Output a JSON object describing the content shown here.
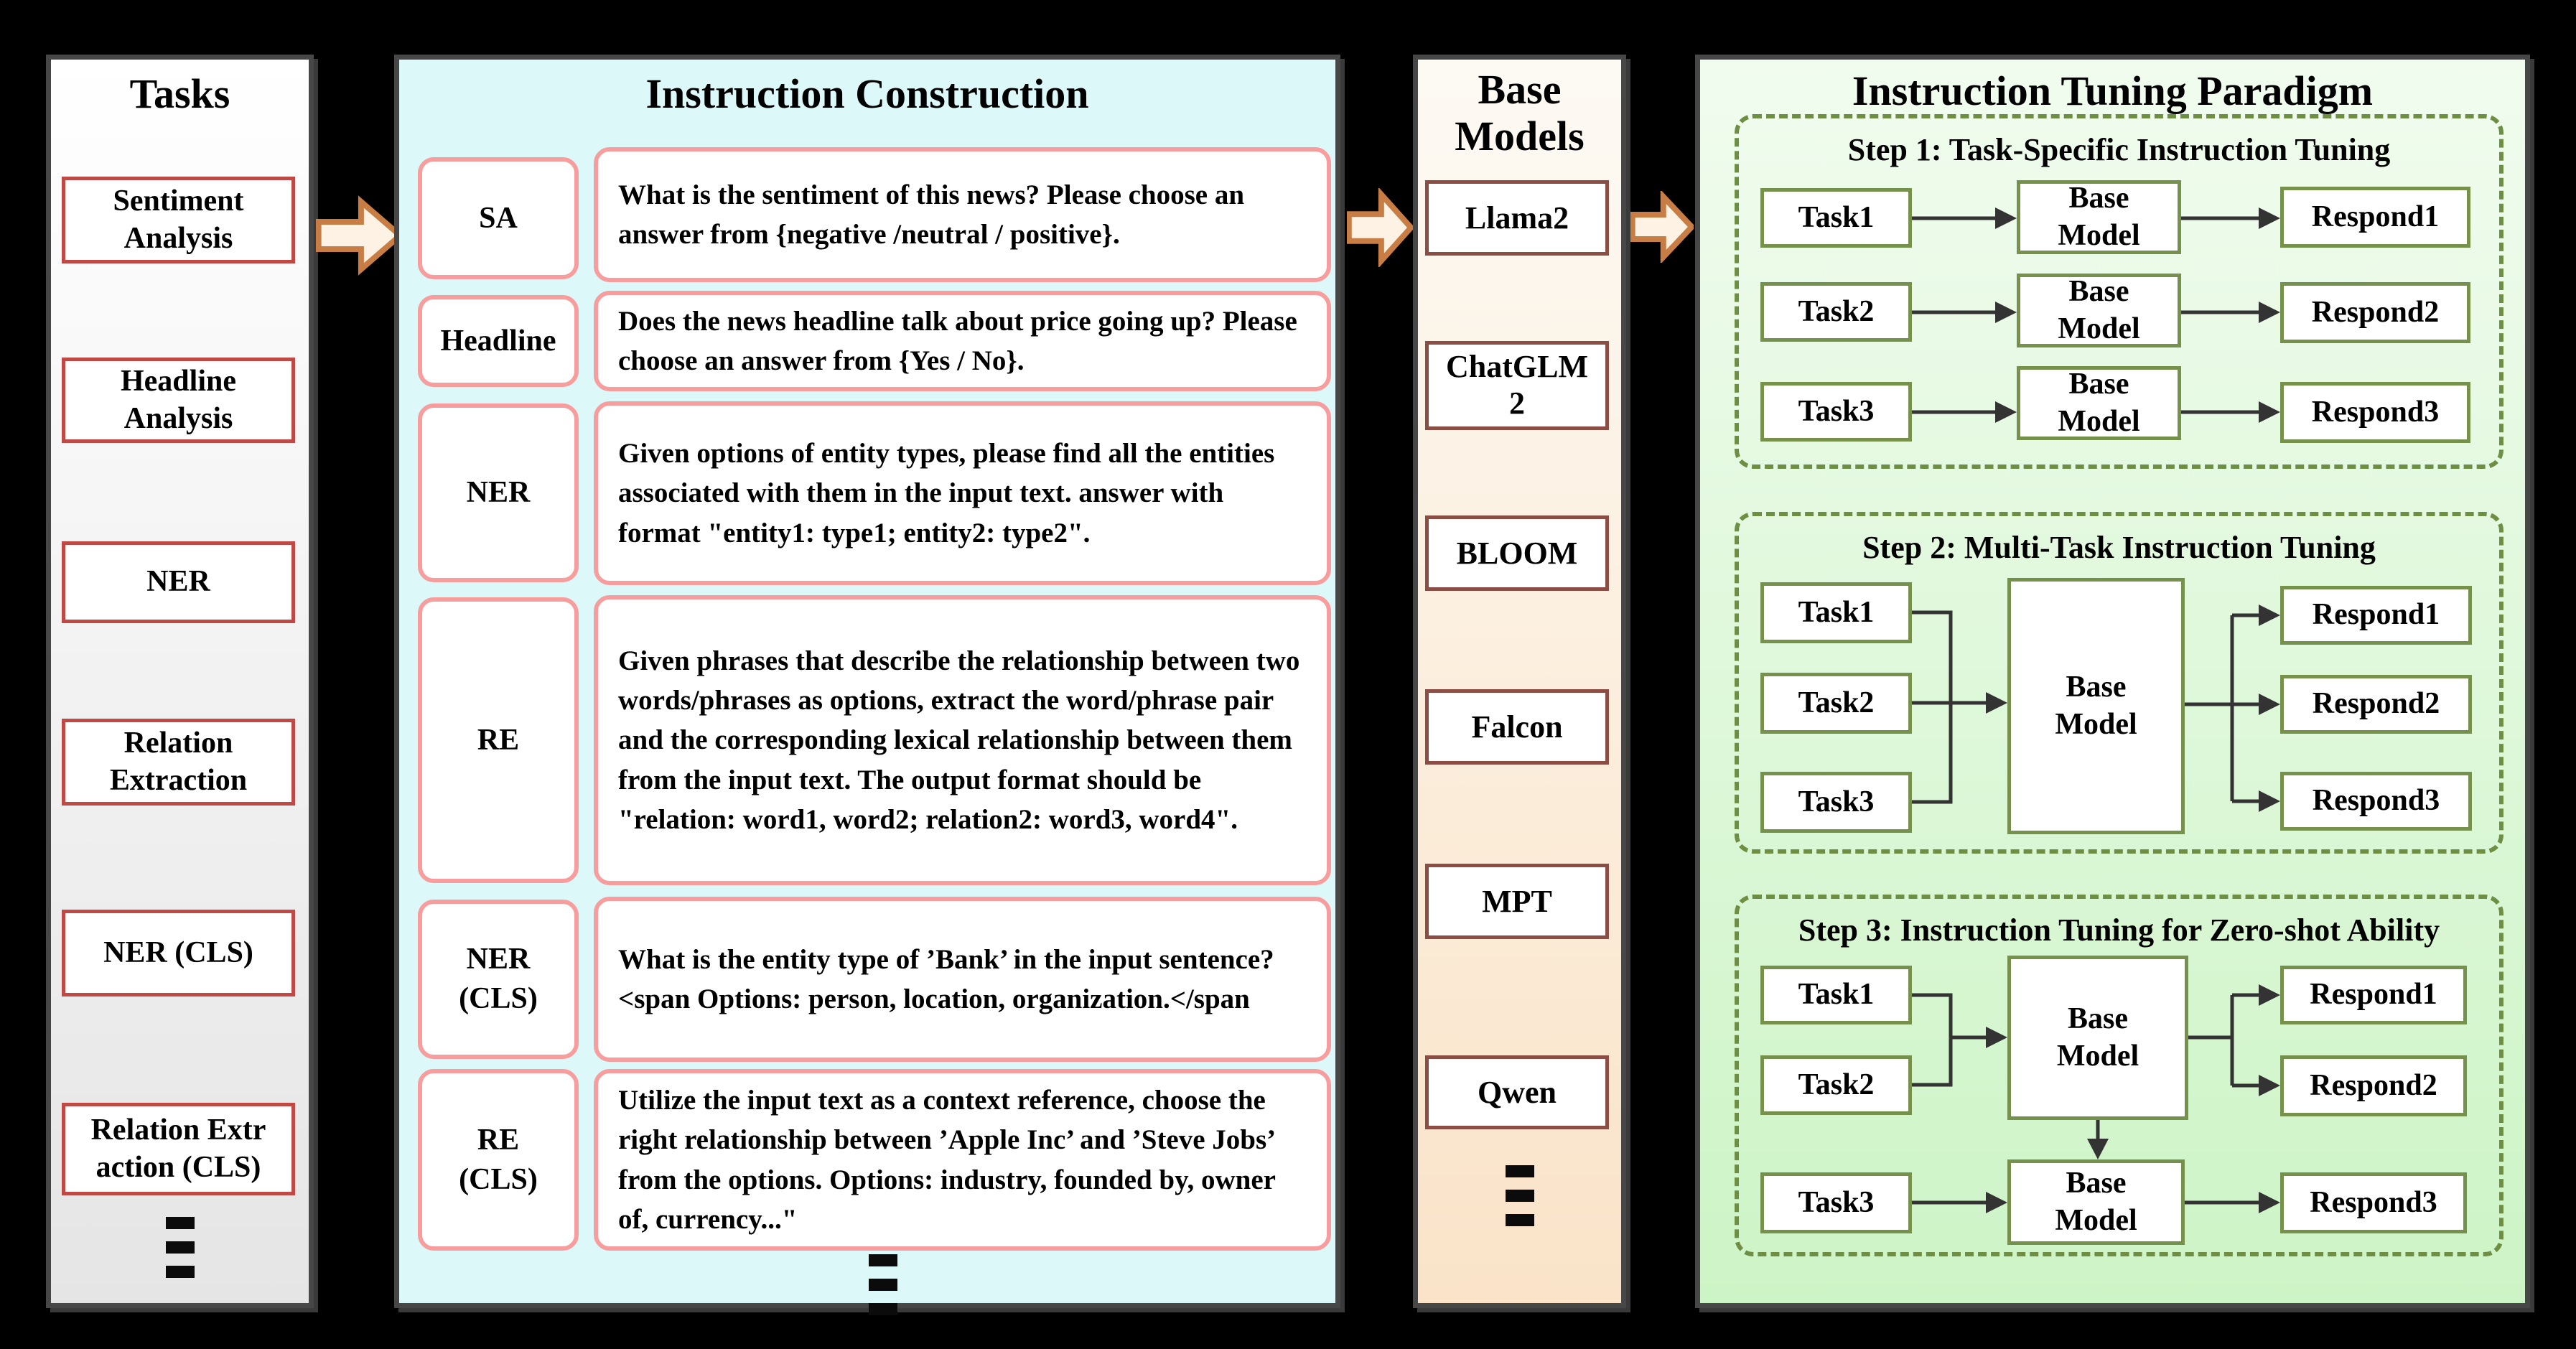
{
  "colors": {
    "page_background": "#000000",
    "panel_border": "#474747",
    "tasks_panel_bg_top": "#ffffff",
    "tasks_panel_bg_bottom": "#e5e5e5",
    "instruction_panel_bg": "#dcf8f8",
    "base_models_panel_bg_top": "#fdfaf4",
    "base_models_panel_bg_bottom": "#fae3c8",
    "paradigm_panel_bg_top": "#f1fcef",
    "paradigm_panel_bg_bottom": "#cdf4c6",
    "task_box_border": "#bf4a45",
    "instruction_box_border": "#f79d9d",
    "base_model_box_border": "#8b4d44",
    "paradigm_box_border": "#75914b",
    "paradigm_dashed_border": "#6e8e43",
    "flow_arrow_stroke": "#c87d45",
    "flow_arrow_fill": "#fdf2e4",
    "connector_color": "#333333"
  },
  "icons": {
    "flow_arrow": "block-arrow-right",
    "vertical_ellipsis": "⋮"
  },
  "tasks_panel": {
    "title": "Tasks",
    "items": [
      "Sentiment\nAnalysis",
      "Headline\nAnalysis",
      "NER",
      "Relation\nExtraction",
      "NER (CLS)",
      "Relation Extr\naction (CLS)"
    ]
  },
  "instruction_panel": {
    "title": "Instruction Construction",
    "rows": [
      {
        "label": "SA",
        "text": "What is the sentiment of this news? Please choose an answer from {negative /neutral / positive}."
      },
      {
        "label": "Headline",
        "text": "Does the news headline talk about price going up? Please choose an answer from {Yes / No}."
      },
      {
        "label": "NER",
        "text": "Given options of entity types, please find all the entities associated with them in the input text. answer with format \"entity1: type1; entity2: type2\"."
      },
      {
        "label": "RE",
        "text": "Given phrases that describe the relationship between two words/phrases as options, extract the word/phrase pair and the corresponding lexical relationship between them from the input text. The output format should be \"relation: word1, word2; relation2: word3, word4\"."
      },
      {
        "label": "NER\n(CLS)",
        "text": "What is the entity type of ’Bank’ in the input sentence?<span Options: person, location, organization.</span"
      },
      {
        "label": "RE\n(CLS)",
        "text": "Utilize the input text as a context reference, choose the right relationship between ’Apple Inc’ and ’Steve Jobs’ from the options. Options: industry, founded by, owner of, currency...\""
      }
    ]
  },
  "base_models_panel": {
    "title": "Base\nModels",
    "items": [
      "Llama2",
      "ChatGLM\n2",
      "BLOOM",
      "Falcon",
      "MPT",
      "Qwen"
    ]
  },
  "paradigm_panel": {
    "title": "Instruction Tuning Paradigm",
    "steps": [
      {
        "title": "Step 1: Task-Specific Instruction Tuning",
        "rows": [
          {
            "task": "Task1",
            "model": "Base\nModel",
            "respond": "Respond1"
          },
          {
            "task": "Task2",
            "model": "Base\nModel",
            "respond": "Respond2"
          },
          {
            "task": "Task3",
            "model": "Base\nModel",
            "respond": "Respond3"
          }
        ]
      },
      {
        "title": "Step 2: Multi-Task Instruction Tuning",
        "tasks": [
          "Task1",
          "Task2",
          "Task3"
        ],
        "model": "Base\nModel",
        "responds": [
          "Respond1",
          "Respond2",
          "Respond3"
        ]
      },
      {
        "title": "Step 3: Instruction Tuning for Zero-shot Ability",
        "tasks": [
          "Task1",
          "Task2",
          "Task3"
        ],
        "models": [
          "Base\nModel",
          "Base\nModel"
        ],
        "responds": [
          "Respond1",
          "Respond2",
          "Respond3"
        ]
      }
    ]
  }
}
